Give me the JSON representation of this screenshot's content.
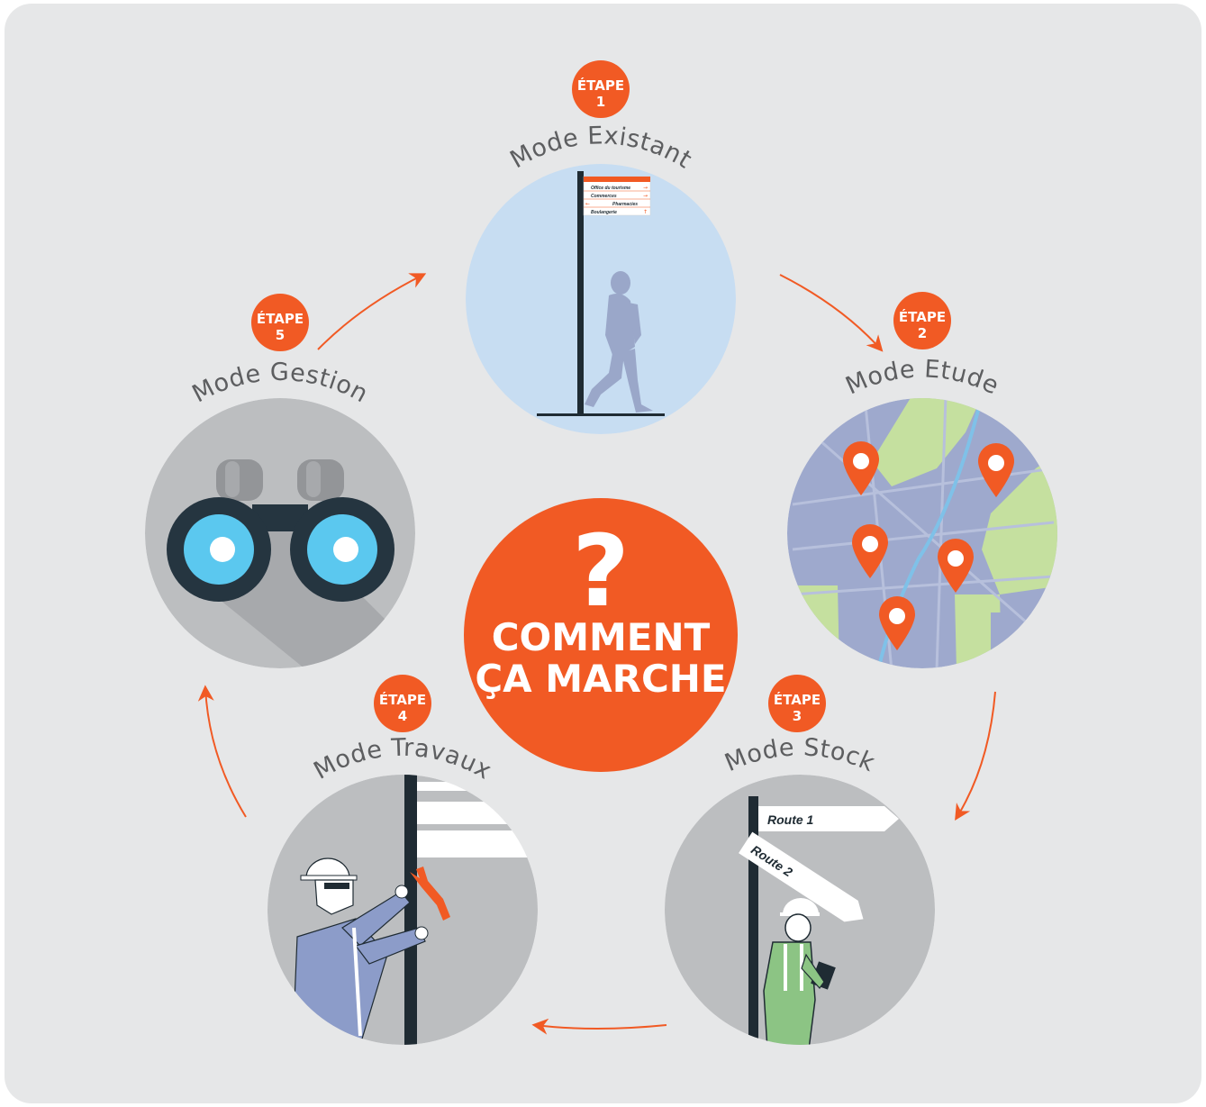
{
  "center": {
    "symbol": "?",
    "line1": "COMMENT",
    "line2": "ÇA MARCHE"
  },
  "steps": [
    {
      "badge_word": "ÉTAPE",
      "badge_num": "1",
      "label": "Mode Existant"
    },
    {
      "badge_word": "ÉTAPE",
      "badge_num": "2",
      "label": "Mode Etude"
    },
    {
      "badge_word": "ÉTAPE",
      "badge_num": "3",
      "label": "Mode Stock"
    },
    {
      "badge_word": "ÉTAPE",
      "badge_num": "4",
      "label": "Mode Travaux"
    },
    {
      "badge_word": "ÉTAPE",
      "badge_num": "5",
      "label": "Mode Gestion"
    }
  ],
  "existant_sign": [
    "Office du tourisme",
    "Commerces",
    "Pharmacies",
    "Boulangerie"
  ],
  "stock_sign": {
    "route1": "Route 1",
    "route2": "Route 2"
  },
  "colors": {
    "accent": "#f15a24",
    "background": "#e6e7e8",
    "label": "#5d5e60",
    "circle_grey": "#bcbec0",
    "circle_sky": "#c7ddf2",
    "post": "#1f2b33"
  }
}
